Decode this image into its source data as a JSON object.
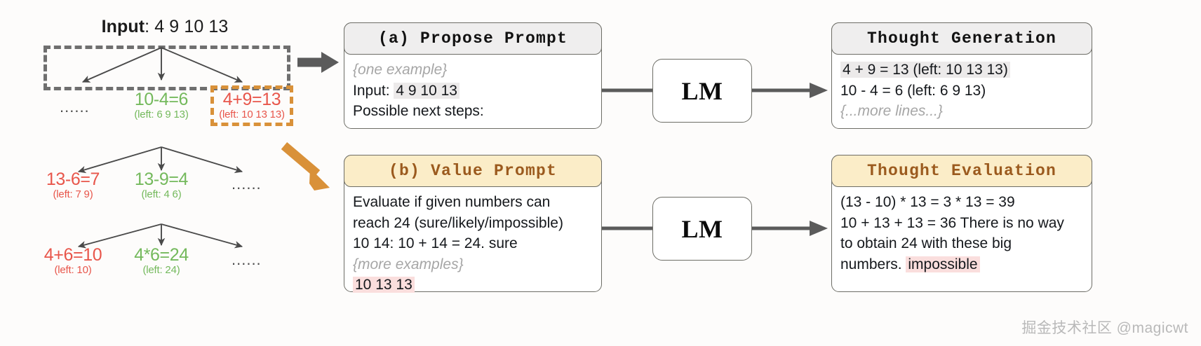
{
  "figure": {
    "watermark": "掘金技术社区 @magicwt"
  },
  "tree": {
    "input_label": "Input",
    "input_value": ": 4 9 10 13",
    "ellipsis": "......",
    "levels": [
      {
        "nodes": [
          {
            "kind": "ellipsis",
            "text": "......"
          },
          {
            "kind": "node",
            "color": "green",
            "expr": "10-4=6",
            "left": "(left: 6 9 13)"
          },
          {
            "kind": "node",
            "color": "red",
            "expr": "4+9=13",
            "left": "(left: 10 13 13)",
            "selected": true
          }
        ]
      },
      {
        "nodes": [
          {
            "kind": "node",
            "color": "red",
            "expr": "13-6=7",
            "left": "(left: 7 9)"
          },
          {
            "kind": "node",
            "color": "green",
            "expr": "13-9=4",
            "left": "(left: 4 6)"
          },
          {
            "kind": "ellipsis",
            "text": "......"
          }
        ]
      },
      {
        "nodes": [
          {
            "kind": "node",
            "color": "red",
            "expr": "4+6=10",
            "left": "(left: 10)"
          },
          {
            "kind": "node",
            "color": "green",
            "expr": "4*6=24",
            "left": "(left: 24)"
          },
          {
            "kind": "ellipsis",
            "text": "......"
          }
        ]
      }
    ]
  },
  "propose_prompt": {
    "title": "(a) Propose Prompt",
    "lines": [
      {
        "style": "muted",
        "text": "{one example}"
      },
      {
        "style": "mixed",
        "prefix": "Input: ",
        "highlight": "4 9 10 13",
        "suffix": ""
      },
      {
        "style": "plain",
        "text": "Possible next steps:"
      }
    ]
  },
  "value_prompt": {
    "title": "(b) Value Prompt",
    "lines": [
      {
        "style": "plain",
        "text": "Evaluate if given numbers can"
      },
      {
        "style": "plain",
        "text": "reach 24 (sure/likely/impossible)"
      },
      {
        "style": "plain",
        "text": "10 14: 10 + 14 = 24. sure"
      },
      {
        "style": "muted",
        "text": "{more examples}"
      },
      {
        "style": "pink",
        "text": "10 13 13"
      }
    ]
  },
  "thought_generation": {
    "title": "Thought Generation",
    "lines": [
      {
        "style": "gray-hl",
        "text": "4 + 9 = 13 (left: 10 13 13)"
      },
      {
        "style": "plain",
        "text": "10 - 4 = 6 (left: 6 9 13)"
      },
      {
        "style": "muted",
        "text": "{...more lines...}"
      }
    ]
  },
  "thought_evaluation": {
    "title": "Thought Evaluation",
    "lines": [
      {
        "style": "plain",
        "text": "(13 - 10) * 13 = 3 * 13 = 39"
      },
      {
        "style": "plain",
        "text": "10 + 13 + 13 = 36 There is no way"
      },
      {
        "style": "plain",
        "text": "to obtain 24 with these big"
      },
      {
        "style": "mixed-pink",
        "prefix": "numbers. ",
        "highlight": "impossible",
        "suffix": ""
      }
    ]
  },
  "lm": {
    "top_label": "LM",
    "bottom_label": "LM"
  },
  "colors": {
    "green": "#74b95c",
    "red": "#e8564b",
    "orange": "#d99139",
    "gray_dash": "#6f6f6f",
    "head_gray": "#efeeee",
    "head_cream": "#fbedc8",
    "head_cream_text": "#9b5a1e",
    "highlight_gray": "#eceaea",
    "highlight_pink": "#fadedd",
    "connector": "#5b5b5b"
  }
}
